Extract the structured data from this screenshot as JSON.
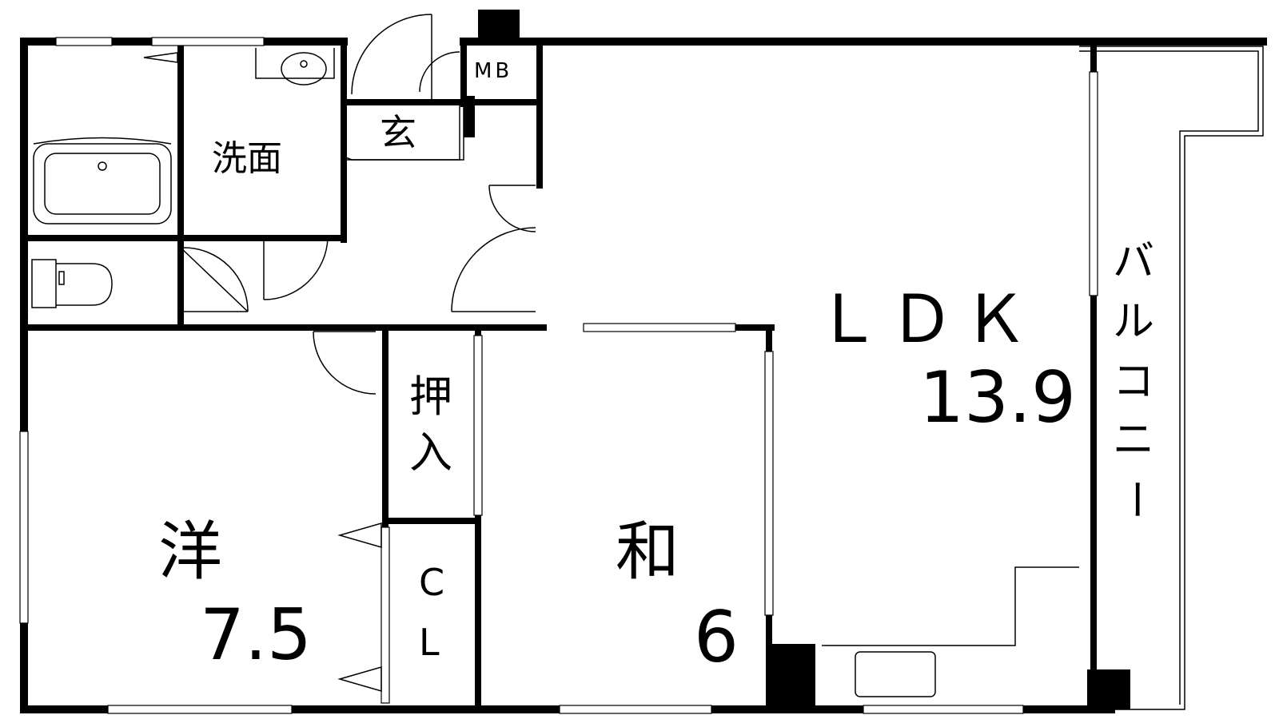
{
  "labels": {
    "washroom": "洗面",
    "entrance": "玄",
    "meter_box": "MB",
    "ldk_name": "ＬＤＫ",
    "ldk_size": "13.9",
    "balcony": [
      "バ",
      "ル",
      "コ",
      "ニ",
      "ー"
    ],
    "oshiire": [
      "押",
      "入"
    ],
    "closet": [
      "C",
      "L"
    ],
    "western_name": "洋",
    "western_size": "7.5",
    "japanese_name": "和",
    "japanese_size": "6"
  }
}
